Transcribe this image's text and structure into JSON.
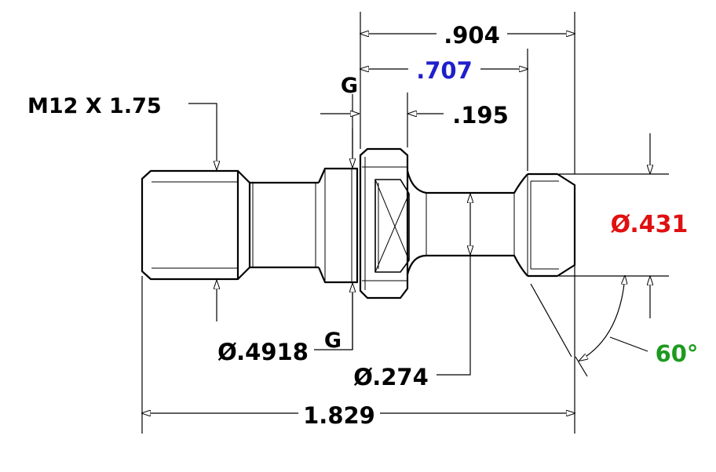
{
  "dimensions": {
    "thread": "M12 X 1.75",
    "overall_length": "1.829",
    "length_904": ".904",
    "length_707": ".707",
    "length_195": ".195",
    "dia_431": "Ø.431",
    "dia_4918": "Ø.4918",
    "dia_274": "Ø.274",
    "angle": "60°",
    "gauge_label_top": "G",
    "gauge_label_bottom": "G"
  },
  "colors": {
    "line": "#000000",
    "dim_707": "#1f1fcc",
    "dia_431": "#e01010",
    "angle": "#1e9a1e"
  }
}
